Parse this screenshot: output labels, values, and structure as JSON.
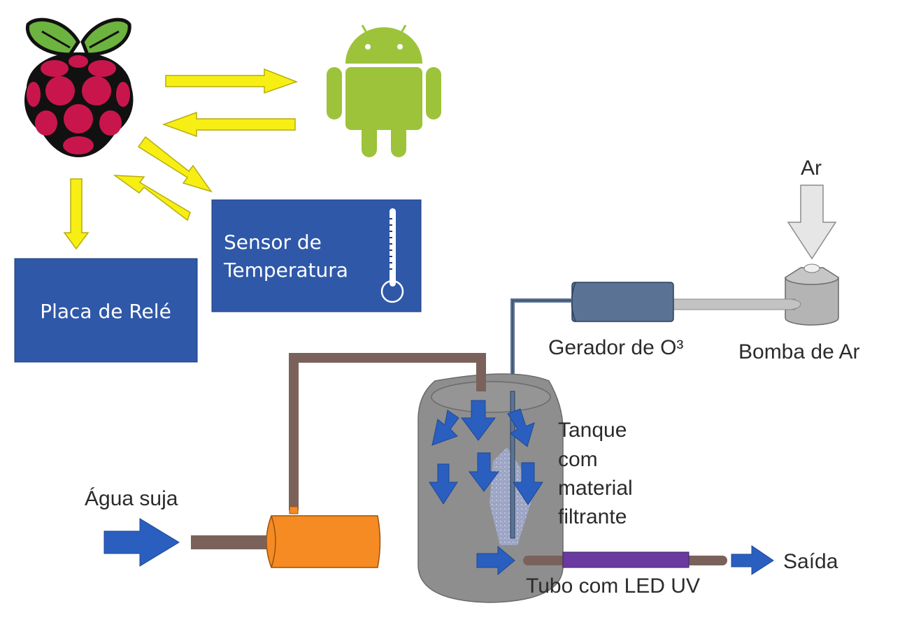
{
  "diagram": {
    "title": "",
    "colors": {
      "arrow_yellow": "#f7ef14",
      "box_blue": "#2f58a8",
      "flow_blue": "#2a5fbf",
      "pipe_brown": "#7a625b",
      "pump_orange": "#f58b22",
      "tank_gray": "#8e8e8e",
      "uv_purple": "#6a3aa0",
      "ozone_blue": "#5a7395",
      "android_green": "#9cc33a",
      "raspberry_red": "#c8164d",
      "leaf_green": "#6db33f"
    },
    "nodes": {
      "raspberry_pi": {
        "icon": "raspberry-pi-icon"
      },
      "android": {
        "icon": "android-icon"
      },
      "relay_board": {
        "label": "Placa de Relé"
      },
      "temp_sensor": {
        "line1": "Sensor de",
        "line2": "Temperatura",
        "icon": "thermometer-icon"
      },
      "ozone_generator": {
        "label": "Gerador de O³"
      },
      "air_pump": {
        "label": "Bomba de Ar"
      },
      "air_input": {
        "label": "Ar"
      },
      "dirty_water": {
        "label": "Água suja"
      },
      "tank": {
        "line1": "Tanque",
        "line2": "com",
        "line3": "material",
        "line4": "filtrante"
      },
      "uv_tube": {
        "label": "Tubo com LED UV"
      },
      "output": {
        "label": "Saída"
      }
    },
    "edges": [
      {
        "from": "raspberry_pi",
        "to": "android"
      },
      {
        "from": "android",
        "to": "raspberry_pi"
      },
      {
        "from": "raspberry_pi",
        "to": "temp_sensor"
      },
      {
        "from": "temp_sensor",
        "to": "raspberry_pi"
      },
      {
        "from": "raspberry_pi",
        "to": "relay_board"
      },
      {
        "from": "air_input",
        "to": "air_pump"
      },
      {
        "from": "air_pump",
        "to": "ozone_generator"
      },
      {
        "from": "ozone_generator",
        "to": "tank"
      },
      {
        "from": "dirty_water",
        "to": "water_pump"
      },
      {
        "from": "water_pump",
        "to": "tank"
      },
      {
        "from": "tank",
        "to": "uv_tube"
      },
      {
        "from": "uv_tube",
        "to": "output"
      }
    ]
  }
}
